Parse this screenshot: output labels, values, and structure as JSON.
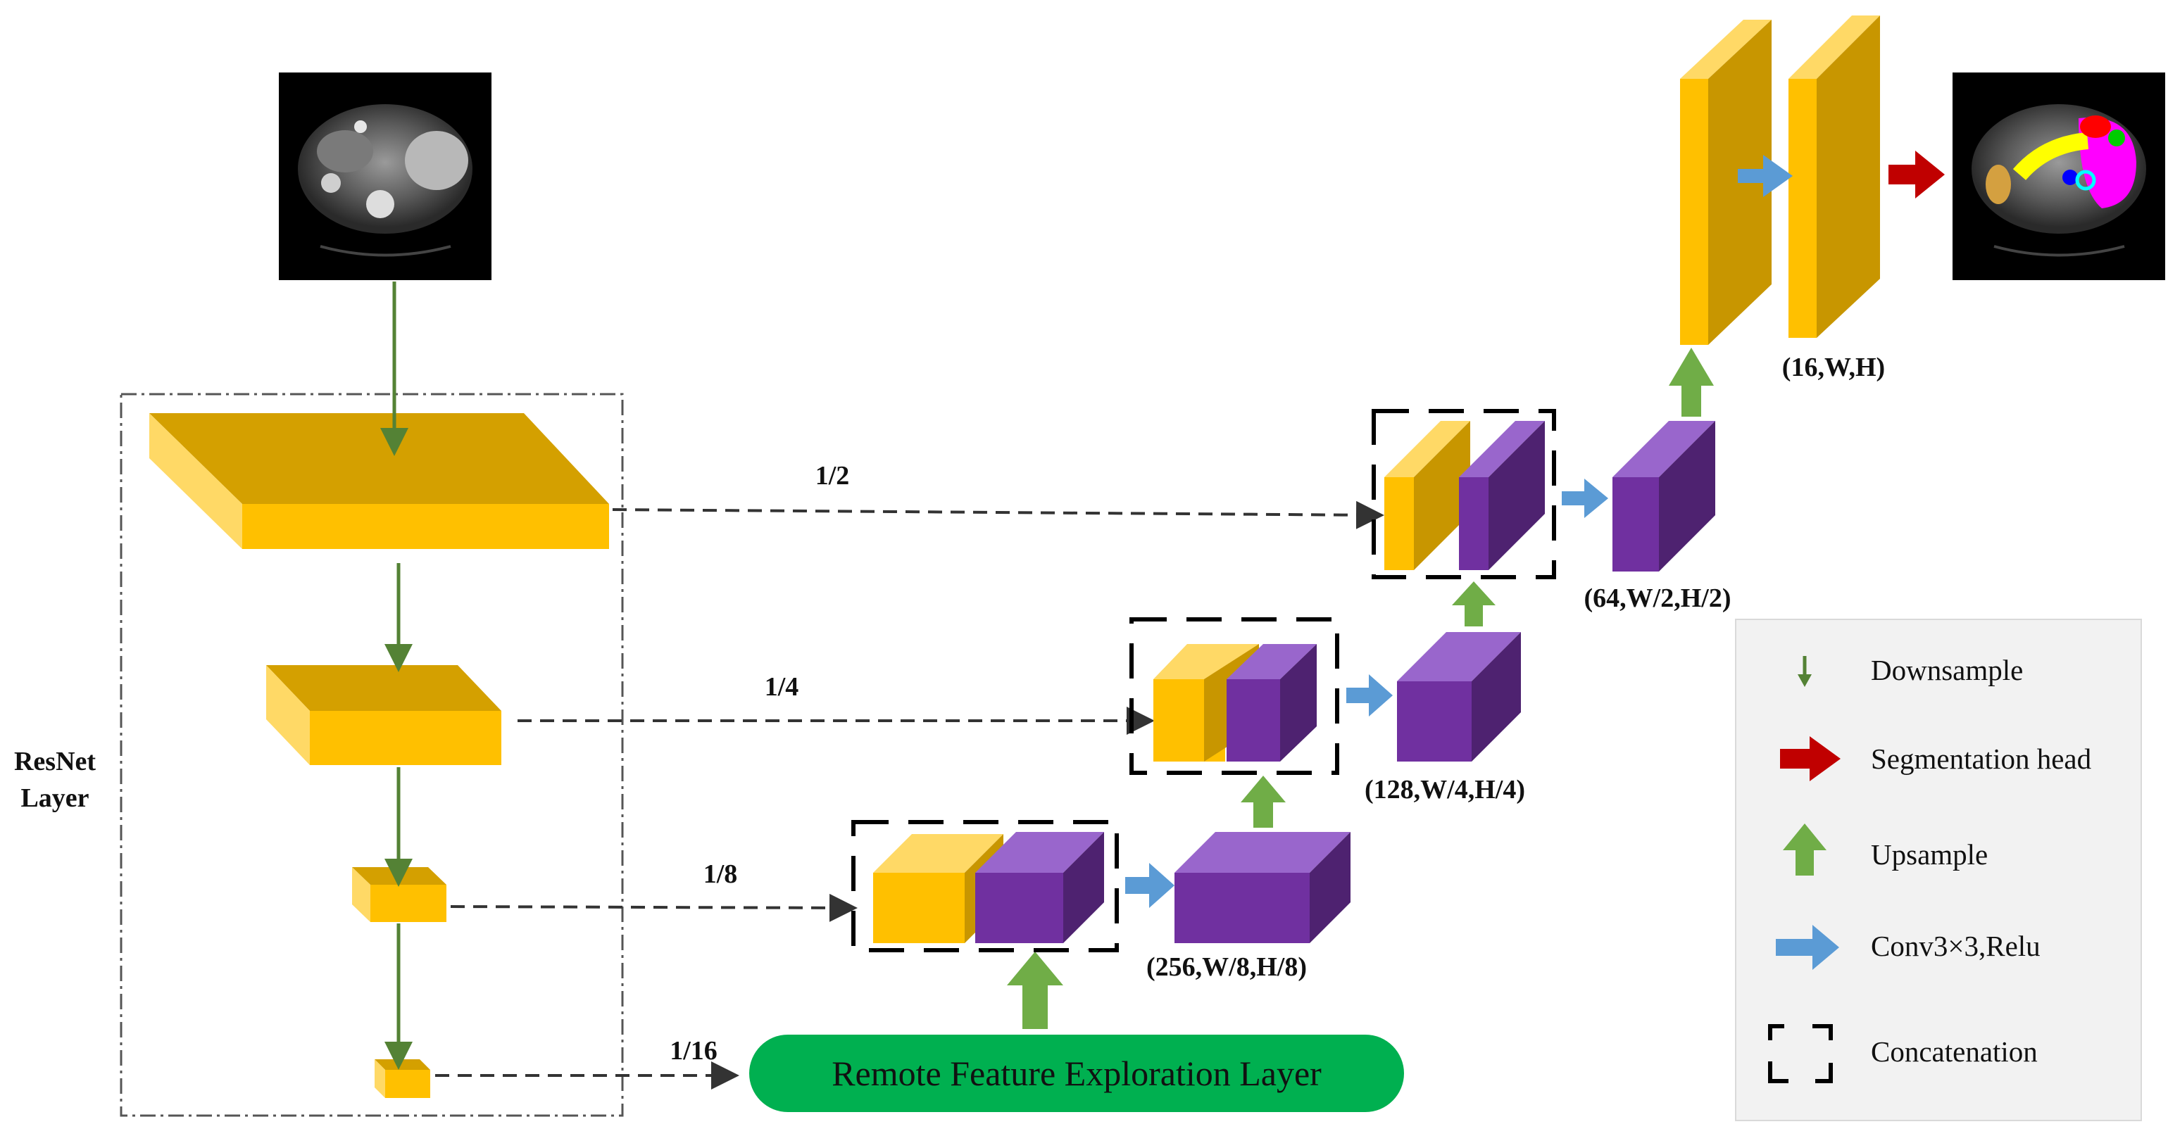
{
  "colors": {
    "yellow_front": "#FFC000",
    "yellow_top": "#D4A000",
    "yellow_side": "#C89600",
    "purple_front": "#7030A0",
    "purple_top": "#9966CC",
    "purple_side": "#4E2270",
    "green_arrow": "#548235",
    "upsample": "#70AD47",
    "conv": "#5B9BD5",
    "seg_head": "#C00000",
    "pill": "#00B050",
    "legend_bg": "#F2F2F2"
  },
  "encoder": {
    "label_line1": "ResNet",
    "label_line2": "Layer"
  },
  "skips": {
    "half": "1/2",
    "quarter": "1/4",
    "eighth": "1/8",
    "sixteenth": "1/16"
  },
  "bottleneck": {
    "label": "Remote Feature Exploration Layer"
  },
  "shapes": {
    "s8": "(256,W/8,H/8)",
    "s4": "(128,W/4,H/4)",
    "s2": "(64,W/2,H/2)",
    "s1": "(16,W,H)"
  },
  "legend": {
    "downsample": "Downsample",
    "segmentation_head": "Segmentation head",
    "upsample": "Upsample",
    "conv": "Conv3×3,Relu",
    "concatenation": "Concatenation"
  }
}
